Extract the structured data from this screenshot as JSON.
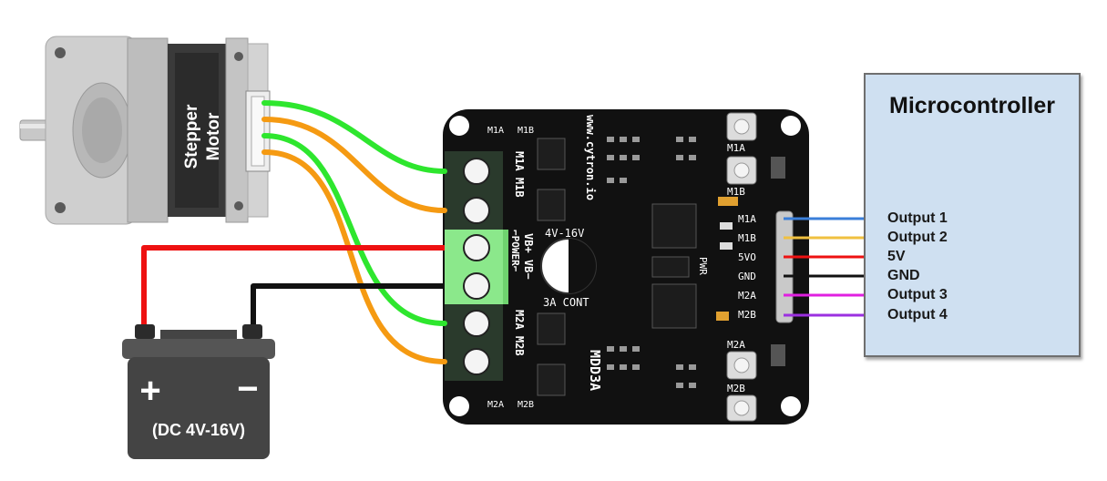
{
  "motor": {
    "label_line1": "Stepper",
    "label_line2": "Motor"
  },
  "battery": {
    "plus": "+",
    "minus": "−",
    "caption": "(DC 4V-16V)"
  },
  "board": {
    "top_pads": [
      "M1A",
      "M1B"
    ],
    "bottom_pads": [
      "M2A",
      "M2B"
    ],
    "terminal_top": "M1A M1B",
    "power_bracket": "⌐POWER⌐",
    "power_pins": "VB+ VB−",
    "terminal_bottom": "M2A M2B",
    "website": "www.cytron.io",
    "voltage": "4V-16V",
    "current": "3A CONT",
    "model": "MDD3A",
    "pwr": "PWR",
    "button_m1a": "M1A",
    "button_m1b": "M1B",
    "button_m2a": "M2A",
    "button_m2b": "M2B",
    "header_pins": [
      "M1A",
      "M1B",
      "5VO",
      "GND",
      "M2A",
      "M2B"
    ]
  },
  "microcontroller": {
    "title": "Microcontroller",
    "outputs": [
      "Output 1",
      "Output 2",
      "5V",
      "GND",
      "Output 3",
      "Output 4"
    ]
  },
  "colors": {
    "wire_green": "#2ee62e",
    "wire_orange": "#f59a12",
    "wire_red": "#ee1111",
    "wire_black": "#111111",
    "out1": "#3b7fd9",
    "out2": "#f0c040",
    "v5": "#ee1111",
    "gnd": "#111111",
    "out3": "#e020e0",
    "out4": "#9b30e0",
    "board": "#111111",
    "mcu_bg": "#cfe0f1"
  }
}
